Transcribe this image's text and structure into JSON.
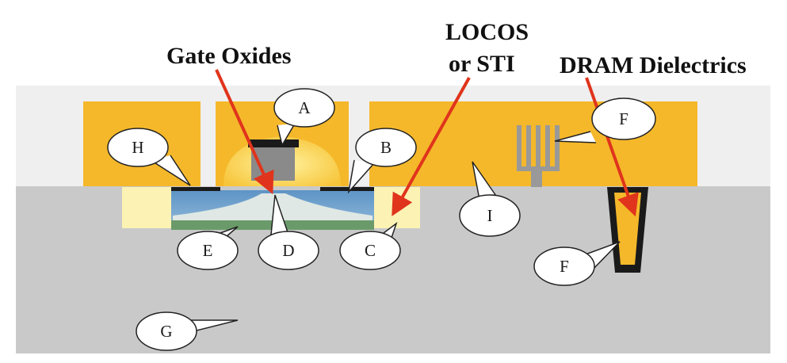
{
  "labels": {
    "gate_oxides": "Gate Oxides",
    "locos_line1": "LOCOS",
    "locos_line2": "or STI",
    "dram": "DRAM Dielectrics"
  },
  "callouts": {
    "a": "A",
    "b": "B",
    "c": "C",
    "d": "D",
    "e": "E",
    "f_top": "F",
    "f_bottom": "F",
    "g": "G",
    "h": "H",
    "i": "I"
  },
  "colors": {
    "substrate": "#c8c8c8",
    "background_panel": "#f0f0f0",
    "dielectric_layer": "#f5b82a",
    "gate_glow": "#fbe37a",
    "isolation_fill": "#fbf2b4",
    "channel_blue": "#6d9dc8",
    "channel_green": "#6a9a6a",
    "gate_metal": "#888888",
    "dark_edge": "#1a1a1a",
    "arrow": "#e0341c"
  }
}
